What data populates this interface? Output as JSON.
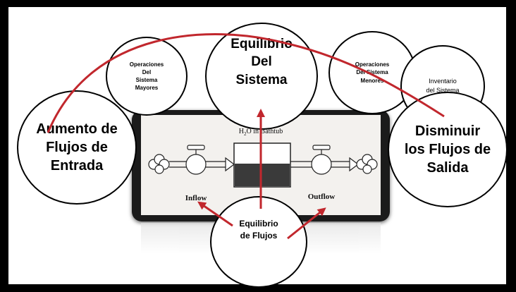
{
  "diagram": {
    "tub_title": "H2O in Bathtub",
    "inflow_label": "Inflow",
    "outflow_label": "Outflow",
    "reflection_text": "Inflow          Outflow",
    "circles": {
      "operaciones_mayores": "Operaciones\nDel\nSistema\nMayores",
      "equilibrio_sistema": "Equilibrio\nDel\nSistema",
      "operaciones_menores": "Operaciones\nDel Sistema\nMenores",
      "inventario": "Inventario\ndel Sistema",
      "aumento": "Aumento de\nFlujos de\nEntrada",
      "disminuir": "Disminuir\nlos Flujos de\nSalida",
      "equilibrio_flujos": "Equilibrio\nde Flujos"
    },
    "colors": {
      "arrow": "#c1272d",
      "background": "#000000",
      "panel": "#ffffff"
    }
  }
}
